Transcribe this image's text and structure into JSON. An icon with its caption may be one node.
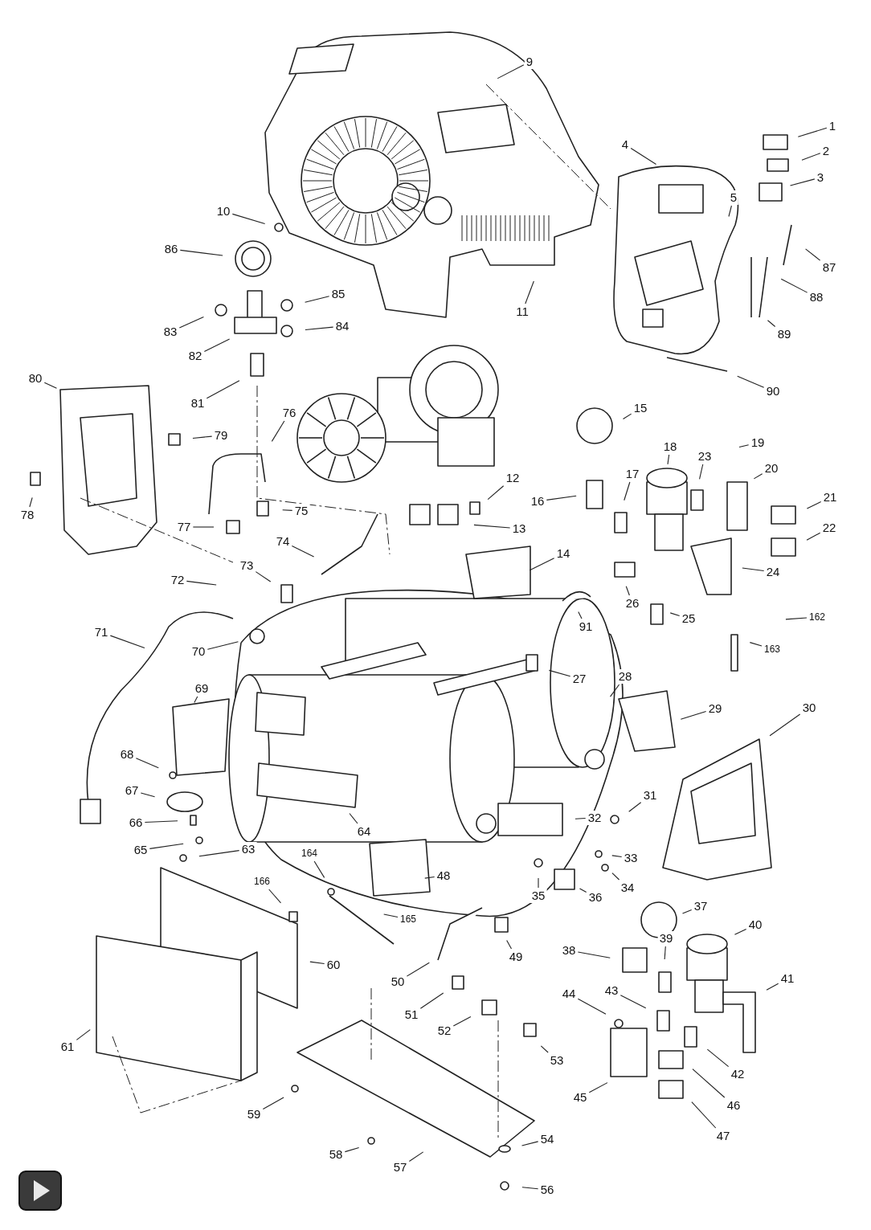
{
  "diagram": {
    "nodes": [
      {
        "text": [
          "1"
        ]
      },
      {
        "text": [
          "2"
        ]
      },
      {
        "text": [
          "3"
        ]
      },
      {
        "text": [
          "4"
        ]
      },
      {
        "text": [
          "5"
        ]
      },
      {
        "text": [
          "9"
        ]
      },
      {
        "text": [
          "10"
        ]
      },
      {
        "text": [
          "11"
        ]
      },
      {
        "text": [
          "12"
        ]
      },
      {
        "text": [
          "13"
        ]
      },
      {
        "text": [
          "14"
        ]
      },
      {
        "text": [
          "15"
        ]
      },
      {
        "text": [
          "16"
        ]
      },
      {
        "text": [
          "17"
        ]
      },
      {
        "text": [
          "18"
        ]
      },
      {
        "text": [
          "19"
        ]
      },
      {
        "text": [
          "20"
        ]
      },
      {
        "text": [
          "21"
        ]
      },
      {
        "text": [
          "22"
        ]
      },
      {
        "text": [
          "23"
        ]
      },
      {
        "text": [
          "24"
        ]
      },
      {
        "text": [
          "25"
        ]
      },
      {
        "text": [
          "26"
        ]
      },
      {
        "text": [
          "27"
        ]
      },
      {
        "text": [
          "28"
        ]
      },
      {
        "text": [
          "29"
        ]
      },
      {
        "text": [
          "30"
        ]
      },
      {
        "text": [
          "31"
        ]
      },
      {
        "text": [
          "32"
        ]
      },
      {
        "text": [
          "33"
        ]
      },
      {
        "text": [
          "34"
        ]
      },
      {
        "text": [
          "35"
        ]
      },
      {
        "text": [
          "36"
        ]
      },
      {
        "text": [
          "37"
        ]
      },
      {
        "text": [
          "38"
        ]
      },
      {
        "text": [
          "39"
        ]
      },
      {
        "text": [
          "40"
        ]
      },
      {
        "text": [
          "41"
        ]
      },
      {
        "text": [
          "42"
        ]
      },
      {
        "text": [
          "43"
        ]
      },
      {
        "text": [
          "44"
        ]
      },
      {
        "text": [
          "45"
        ]
      },
      {
        "text": [
          "46"
        ]
      },
      {
        "text": [
          "47"
        ]
      },
      {
        "text": [
          "48"
        ]
      },
      {
        "text": [
          "49"
        ]
      },
      {
        "text": [
          "50"
        ]
      },
      {
        "text": [
          "51"
        ]
      },
      {
        "text": [
          "52"
        ]
      },
      {
        "text": [
          "53"
        ]
      },
      {
        "text": [
          "54"
        ]
      },
      {
        "text": [
          "56"
        ]
      },
      {
        "text": [
          "57"
        ]
      },
      {
        "text": [
          "58"
        ]
      },
      {
        "text": [
          "59"
        ]
      },
      {
        "text": [
          "60"
        ]
      },
      {
        "text": [
          "61"
        ]
      },
      {
        "text": [
          "63"
        ]
      },
      {
        "text": [
          "64"
        ]
      },
      {
        "text": [
          "65"
        ]
      },
      {
        "text": [
          "66"
        ]
      },
      {
        "text": [
          "67"
        ]
      },
      {
        "text": [
          "68"
        ]
      },
      {
        "text": [
          "69"
        ]
      },
      {
        "text": [
          "70"
        ]
      },
      {
        "text": [
          "71"
        ]
      },
      {
        "text": [
          "72"
        ]
      },
      {
        "text": [
          "73"
        ]
      },
      {
        "text": [
          "74"
        ]
      },
      {
        "text": [
          "75"
        ]
      },
      {
        "text": [
          "76"
        ]
      },
      {
        "text": [
          "77"
        ]
      },
      {
        "text": [
          "78"
        ]
      },
      {
        "text": [
          "79"
        ]
      },
      {
        "text": [
          "80"
        ]
      },
      {
        "text": [
          "81"
        ]
      },
      {
        "text": [
          "82"
        ]
      },
      {
        "text": [
          "83"
        ]
      },
      {
        "text": [
          "84"
        ]
      },
      {
        "text": [
          "85"
        ]
      },
      {
        "text": [
          "86"
        ]
      },
      {
        "text": [
          "87"
        ]
      },
      {
        "text": [
          "88"
        ]
      },
      {
        "text": [
          "89"
        ]
      },
      {
        "text": [
          "90"
        ]
      },
      {
        "text": [
          "91"
        ]
      },
      {
        "text": [
          "162"
        ]
      },
      {
        "text": [
          "163"
        ]
      },
      {
        "text": [
          "164"
        ]
      },
      {
        "text": [
          "165"
        ]
      },
      {
        "text": [
          "166"
        ]
      }
    ],
    "edges": [
      {
        "from": 0,
        "to": null,
        "arrow": "none"
      },
      {
        "from": 1,
        "to": null,
        "arrow": "none"
      },
      {
        "from": 2,
        "to": null,
        "arrow": "none"
      },
      {
        "from": 3,
        "to": null,
        "arrow": "none"
      },
      {
        "from": 4,
        "to": null,
        "arrow": "none"
      },
      {
        "from": 5,
        "to": null,
        "arrow": "none"
      },
      {
        "from": 6,
        "to": null,
        "arrow": "none"
      },
      {
        "from": 7,
        "to": null,
        "arrow": "none"
      },
      {
        "from": 8,
        "to": null,
        "arrow": "none"
      },
      {
        "from": 9,
        "to": null,
        "arrow": "none"
      },
      {
        "from": 10,
        "to": null,
        "arrow": "none"
      },
      {
        "from": 11,
        "to": null,
        "arrow": "none"
      },
      {
        "from": 12,
        "to": null,
        "arrow": "none"
      },
      {
        "from": 13,
        "to": null,
        "arrow": "none"
      },
      {
        "from": 14,
        "to": null,
        "arrow": "none"
      },
      {
        "from": 15,
        "to": null,
        "arrow": "none"
      },
      {
        "from": 16,
        "to": null,
        "arrow": "none"
      },
      {
        "from": 17,
        "to": null,
        "arrow": "none"
      },
      {
        "from": 18,
        "to": null,
        "arrow": "none"
      },
      {
        "from": 19,
        "to": null,
        "arrow": "none"
      },
      {
        "from": 20,
        "to": null,
        "arrow": "none"
      },
      {
        "from": 21,
        "to": null,
        "arrow": "none"
      },
      {
        "from": 22,
        "to": null,
        "arrow": "none"
      },
      {
        "from": 23,
        "to": null,
        "arrow": "none"
      },
      {
        "from": 24,
        "to": null,
        "arrow": "none"
      },
      {
        "from": 25,
        "to": null,
        "arrow": "none"
      },
      {
        "from": 26,
        "to": null,
        "arrow": "none"
      },
      {
        "from": 27,
        "to": null,
        "arrow": "none"
      },
      {
        "from": 28,
        "to": null,
        "arrow": "none"
      },
      {
        "from": 29,
        "to": null,
        "arrow": "none"
      },
      {
        "from": 30,
        "to": null,
        "arrow": "none"
      },
      {
        "from": 31,
        "to": null,
        "arrow": "none"
      },
      {
        "from": 32,
        "to": null,
        "arrow": "none"
      },
      {
        "from": 33,
        "to": null,
        "arrow": "none"
      },
      {
        "from": 34,
        "to": null,
        "arrow": "none"
      },
      {
        "from": 35,
        "to": null,
        "arrow": "none"
      },
      {
        "from": 36,
        "to": null,
        "arrow": "none"
      },
      {
        "from": 37,
        "to": null,
        "arrow": "none"
      },
      {
        "from": 38,
        "to": null,
        "arrow": "none"
      },
      {
        "from": 39,
        "to": null,
        "arrow": "none"
      },
      {
        "from": 40,
        "to": null,
        "arrow": "none"
      },
      {
        "from": 41,
        "to": null,
        "arrow": "none"
      },
      {
        "from": 42,
        "to": null,
        "arrow": "none"
      },
      {
        "from": 43,
        "to": null,
        "arrow": "none"
      },
      {
        "from": 44,
        "to": null,
        "arrow": "none"
      },
      {
        "from": 45,
        "to": null,
        "arrow": "none"
      },
      {
        "from": 46,
        "to": null,
        "arrow": "none"
      },
      {
        "from": 47,
        "to": null,
        "arrow": "none"
      },
      {
        "from": 48,
        "to": null,
        "arrow": "none"
      },
      {
        "from": 49,
        "to": null,
        "arrow": "none"
      },
      {
        "from": 50,
        "to": null,
        "arrow": "none"
      },
      {
        "from": 51,
        "to": null,
        "arrow": "none"
      },
      {
        "from": 52,
        "to": null,
        "arrow": "none"
      },
      {
        "from": 53,
        "to": null,
        "arrow": "none"
      },
      {
        "from": 54,
        "to": null,
        "arrow": "none"
      },
      {
        "from": 55,
        "to": null,
        "arrow": "none"
      },
      {
        "from": 56,
        "to": null,
        "arrow": "none"
      },
      {
        "from": 57,
        "to": null,
        "arrow": "none"
      },
      {
        "from": 58,
        "to": null,
        "arrow": "none"
      },
      {
        "from": 59,
        "to": null,
        "arrow": "none"
      },
      {
        "from": 60,
        "to": null,
        "arrow": "none"
      },
      {
        "from": 61,
        "to": null,
        "arrow": "none"
      },
      {
        "from": 62,
        "to": null,
        "arrow": "none"
      },
      {
        "from": 63,
        "to": null,
        "arrow": "none"
      },
      {
        "from": 64,
        "to": null,
        "arrow": "none"
      },
      {
        "from": 65,
        "to": null,
        "arrow": "none"
      },
      {
        "from": 66,
        "to": null,
        "arrow": "none"
      },
      {
        "from": 67,
        "to": null,
        "arrow": "none"
      },
      {
        "from": 68,
        "to": null,
        "arrow": "none"
      },
      {
        "from": 69,
        "to": null,
        "arrow": "none"
      },
      {
        "from": 70,
        "to": null,
        "arrow": "none"
      },
      {
        "from": 71,
        "to": null,
        "arrow": "none"
      },
      {
        "from": 72,
        "to": null,
        "arrow": "none"
      },
      {
        "from": 73,
        "to": null,
        "arrow": "none"
      },
      {
        "from": 74,
        "to": null,
        "arrow": "none"
      },
      {
        "from": 75,
        "to": null,
        "arrow": "none"
      },
      {
        "from": 76,
        "to": null,
        "arrow": "none"
      },
      {
        "from": 77,
        "to": null,
        "arrow": "none"
      },
      {
        "from": 78,
        "to": null,
        "arrow": "none"
      },
      {
        "from": 79,
        "to": null,
        "arrow": "none"
      },
      {
        "from": 80,
        "to": null,
        "arrow": "none"
      },
      {
        "from": 81,
        "to": null,
        "arrow": "none"
      },
      {
        "from": 82,
        "to": null,
        "arrow": "none"
      },
      {
        "from": 83,
        "to": null,
        "arrow": "none"
      },
      {
        "from": 84,
        "to": null,
        "arrow": "none"
      },
      {
        "from": 85,
        "to": null,
        "arrow": "none"
      },
      {
        "from": 86,
        "to": null,
        "arrow": "none"
      },
      {
        "from": 87,
        "to": null,
        "arrow": "none"
      },
      {
        "from": 88,
        "to": null,
        "arrow": "none"
      },
      {
        "from": 89,
        "to": null,
        "arrow": "none"
      },
      {
        "from": 90,
        "to": null,
        "arrow": "none"
      }
    ]
  }
}
